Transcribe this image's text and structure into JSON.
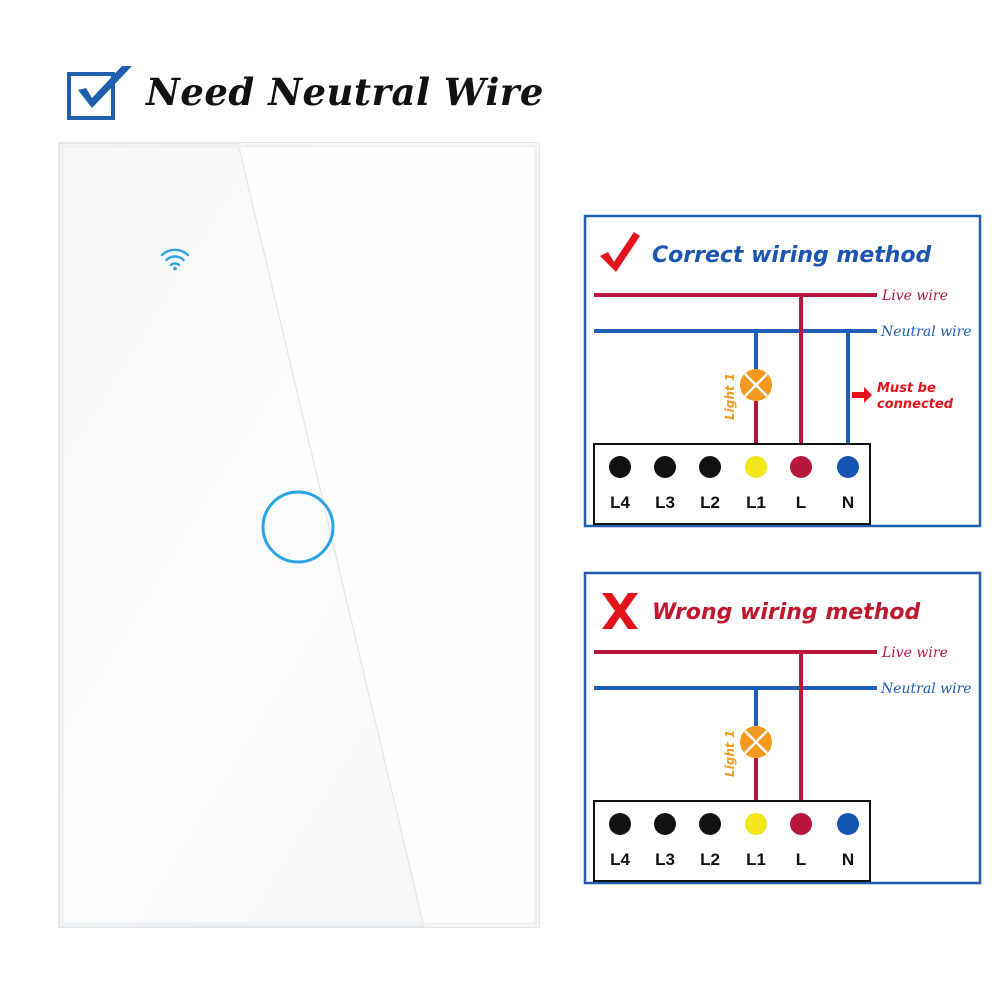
{
  "header": {
    "title": "Need Neutral Wire",
    "check_icon": "checked-box-icon"
  },
  "switch": {
    "wifi_icon": "wifi-icon",
    "touch_button_icon": "touch-ring-icon",
    "accent_color": "#2aa3e6"
  },
  "diagrams": [
    {
      "status_icon": "red-check-icon",
      "title": "Correct wiring method",
      "live_label": "Live wire",
      "neutral_label": "Neutral wire",
      "lamp_label": "Light 1",
      "note": [
        "Must be",
        "connected"
      ],
      "terminals": [
        "L4",
        "L3",
        "L2",
        "L1",
        "L",
        "N"
      ]
    },
    {
      "status_icon": "red-x-icon",
      "title": "Wrong wiring method",
      "live_label": "Live wire",
      "neutral_label": "Neutral wire",
      "lamp_label": "Light 1",
      "terminals": [
        "L4",
        "L3",
        "L2",
        "L1",
        "L",
        "N"
      ]
    }
  ],
  "colors": {
    "frame_blue": "#1f5fae",
    "title_blue": "#1b55b0",
    "live_red": "#b7173d",
    "neutral_blue": "#1d5fb5",
    "lamp_orange": "#f39a1e",
    "terminal_black": "#111111",
    "terminal_yellow": "#f2e51a",
    "terminal_red": "#b8173c",
    "terminal_blue": "#1454b3",
    "alert_red": "#e3121b"
  }
}
